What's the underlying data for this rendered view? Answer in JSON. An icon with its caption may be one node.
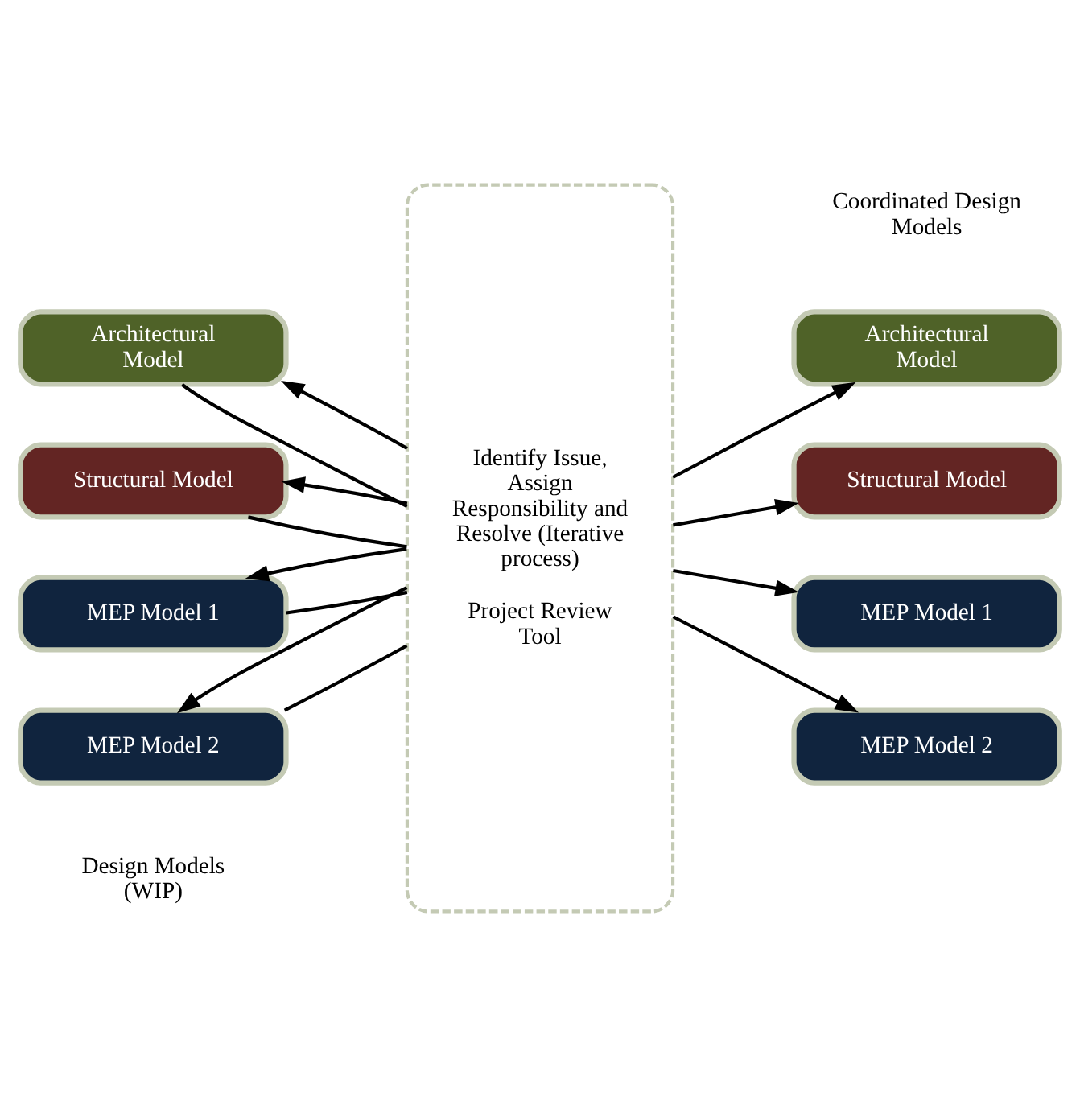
{
  "diagram": {
    "nodes": [
      {
        "text": [
          "Architectural Model"
        ]
      },
      {
        "text": [
          "Structural Model"
        ]
      },
      {
        "text": [
          "MEP Model 1"
        ]
      },
      {
        "text": [
          "MEP Model 2"
        ]
      },
      {
        "text": [
          "Identify Issue, Assign Responsibility and Resolve (Iterative process)",
          "Project Review Tool"
        ]
      },
      {
        "text": [
          "Architectural Model"
        ]
      },
      {
        "text": [
          "Structural Model"
        ]
      },
      {
        "text": [
          "MEP Model 1"
        ]
      },
      {
        "text": [
          "MEP Model 2"
        ]
      }
    ],
    "edges": [
      {
        "from": 0,
        "to": 4,
        "arrow": "none"
      },
      {
        "from": 4,
        "to": 0,
        "arrow": "to"
      },
      {
        "from": 1,
        "to": 4,
        "arrow": "none"
      },
      {
        "from": 4,
        "to": 1,
        "arrow": "to"
      },
      {
        "from": 2,
        "to": 4,
        "arrow": "none"
      },
      {
        "from": 4,
        "to": 2,
        "arrow": "to"
      },
      {
        "from": 3,
        "to": 4,
        "arrow": "none"
      },
      {
        "from": 4,
        "to": 3,
        "arrow": "to"
      },
      {
        "from": 4,
        "to": 5,
        "arrow": "to"
      },
      {
        "from": 4,
        "to": 6,
        "arrow": "to"
      },
      {
        "from": 4,
        "to": 7,
        "arrow": "to"
      },
      {
        "from": 4,
        "to": 8,
        "arrow": "to"
      }
    ],
    "labels": [
      "Design Models (WIP)",
      "Coordinated Design Models"
    ]
  }
}
